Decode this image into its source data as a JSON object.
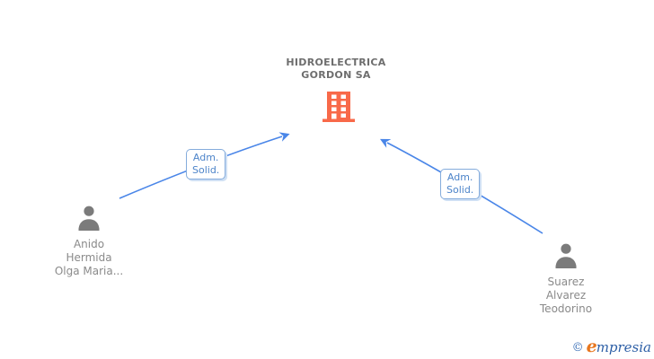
{
  "company": {
    "name_lines": [
      "HIDROELECTRICA",
      "GORDON SA"
    ]
  },
  "persons": [
    {
      "id": "left",
      "name_lines": [
        "Anido",
        "Hermida",
        "Olga Maria..."
      ]
    },
    {
      "id": "right",
      "name_lines": [
        "Suarez",
        "Alvarez",
        "Teodorino"
      ]
    }
  ],
  "relations": [
    {
      "label_lines": [
        "Adm.",
        "Solid."
      ],
      "source": "Anido Hermida Olga Maria...",
      "target": "HIDROELECTRICA GORDON SA"
    },
    {
      "label_lines": [
        "Adm.",
        "Solid."
      ],
      "source": "Suarez Alvarez Teodorino",
      "target": "HIDROELECTRICA GORDON SA"
    }
  ],
  "watermark": {
    "copyright": "©",
    "brand_first_letter": "e",
    "brand_rest": "mpresia"
  },
  "colors": {
    "building_orange": "#F86949",
    "person_gray": "#7B7B7B",
    "arrow_blue": "#4A86E8",
    "label_border_blue": "#85ACDC",
    "label_text_blue": "#4D84C9",
    "company_title_gray": "#6E6E6E",
    "person_name_gray": "#8A8A8A",
    "brand_blue": "#2D5FA6",
    "brand_orange": "#E8771F"
  }
}
